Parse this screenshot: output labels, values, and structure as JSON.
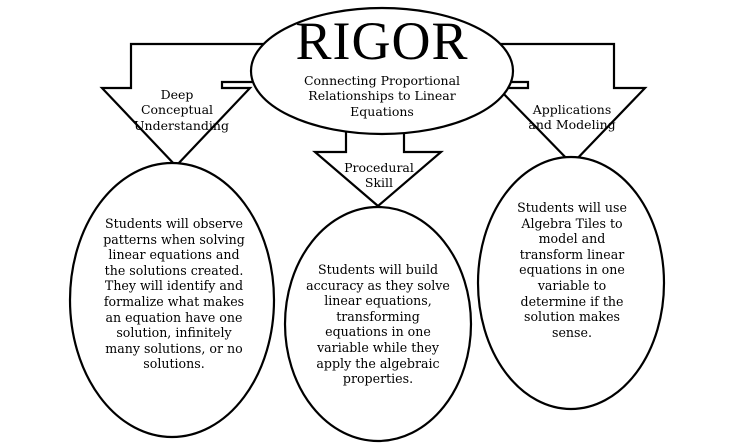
{
  "title": "RIGOR",
  "subtitle": "Connecting Proportional Relationships to Linear Equations",
  "branches": [
    {
      "label": "Deep Conceptual Understanding",
      "description": "Students will observe patterns when solving linear equations and the solutions created. They will identify and formalize what makes an equation have one solution, infinitely many solutions, or no solutions."
    },
    {
      "label": "Procedural Skill",
      "description": "Students will build accuracy as they solve linear equations, transforming equations in one variable while they apply the algebraic properties."
    },
    {
      "label": "Applications and Modeling",
      "description": "Students will use Algebra Tiles to model and transform linear equations in one variable to determine if the solution makes sense."
    }
  ]
}
